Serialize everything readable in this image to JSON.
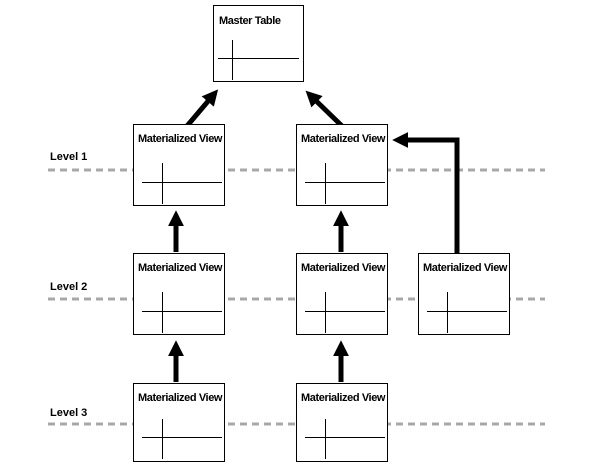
{
  "diagram": {
    "levels": [
      {
        "label": "Level 1"
      },
      {
        "label": "Level 2"
      },
      {
        "label": "Level 3"
      }
    ],
    "nodes": [
      {
        "id": "master",
        "label": "Master Table",
        "level": 0
      },
      {
        "id": "mv-1a",
        "label": "Materialized View",
        "level": 1
      },
      {
        "id": "mv-1b",
        "label": "Materialized View",
        "level": 1
      },
      {
        "id": "mv-2a",
        "label": "Materialized View",
        "level": 2
      },
      {
        "id": "mv-2b",
        "label": "Materialized View",
        "level": 2
      },
      {
        "id": "mv-2c",
        "label": "Materialized View",
        "level": 2
      },
      {
        "id": "mv-3a",
        "label": "Materialized View",
        "level": 3
      },
      {
        "id": "mv-3b",
        "label": "Materialized View",
        "level": 3
      }
    ],
    "edges": [
      {
        "from": "mv-1a",
        "to": "master"
      },
      {
        "from": "mv-1b",
        "to": "master"
      },
      {
        "from": "mv-2a",
        "to": "mv-1a"
      },
      {
        "from": "mv-2b",
        "to": "mv-1b"
      },
      {
        "from": "mv-2c",
        "to": "mv-1b"
      },
      {
        "from": "mv-3a",
        "to": "mv-2a"
      },
      {
        "from": "mv-3b",
        "to": "mv-2b"
      }
    ],
    "colors": {
      "arrow": "#000000",
      "divider_dash": "#a8a8a8",
      "box_border": "#000000",
      "box_bg": "#ffffff"
    }
  }
}
